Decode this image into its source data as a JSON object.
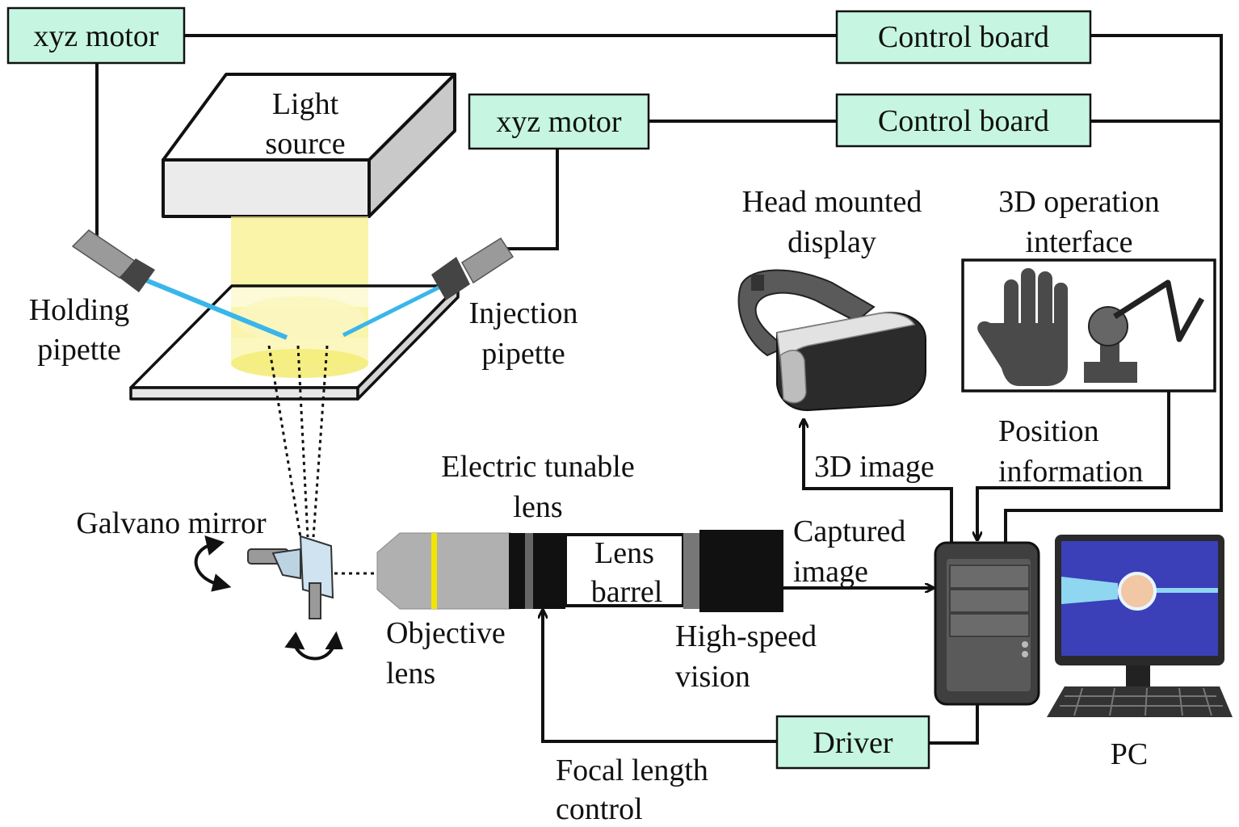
{
  "labels": {
    "xyz_motor_left": "xyz motor",
    "xyz_motor_right": "xyz motor",
    "control_board_top": "Control board",
    "control_board_mid": "Control board",
    "light_source_1": "Light",
    "light_source_2": "source",
    "holding_pipette_1": "Holding",
    "holding_pipette_2": "pipette",
    "injection_pipette_1": "Injection",
    "injection_pipette_2": "pipette",
    "hmd_1": "Head mounted",
    "hmd_2": "display",
    "op_interface_1": "3D operation",
    "op_interface_2": "interface",
    "galvano_mirror": "Galvano mirror",
    "etl_1": "Electric tunable",
    "etl_2": "lens",
    "lens_barrel_1": "Lens",
    "lens_barrel_2": "barrel",
    "objective_1": "Objective",
    "objective_2": "lens",
    "hs_vision_1": "High-speed",
    "hs_vision_2": "vision",
    "captured_1": "Captured",
    "captured_2": "image",
    "image_3d": "3D image",
    "position_1": "Position",
    "position_2": "information",
    "driver": "Driver",
    "focal_1": "Focal length",
    "focal_2": "control",
    "pc": "PC"
  },
  "colors": {
    "box_fill": "#c6f6e2",
    "light_beam": "#f7f08a",
    "pipette_blue": "#39b6ea",
    "screen_blue": "#3b3fb8",
    "lens_yellow": "#f2e600"
  },
  "icons": [
    "hand-icon",
    "joystick-icon",
    "vr-headset-icon",
    "computer-tower-icon",
    "monitor-icon",
    "keyboard-icon",
    "rotate-arrow-icon"
  ]
}
